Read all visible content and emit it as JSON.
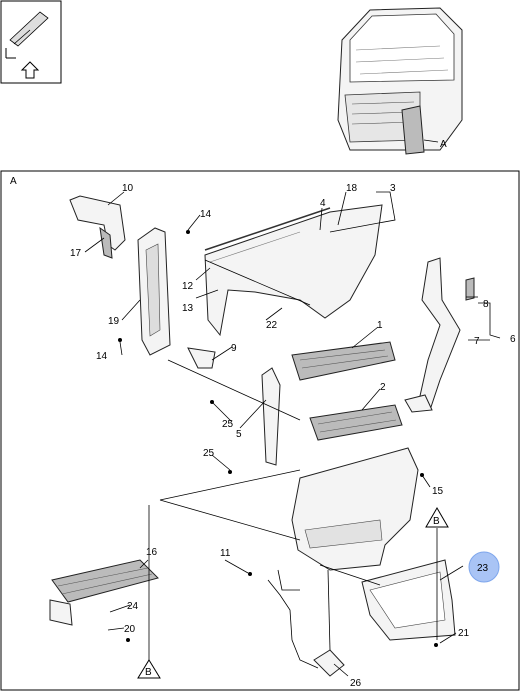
{
  "orientation_box": {
    "icon": "forward-arrow-icon"
  },
  "overview": {
    "callout": "A"
  },
  "detail": {
    "frame_label": "A"
  },
  "callouts": [
    {
      "id": "c1",
      "text": "1"
    },
    {
      "id": "c2",
      "text": "2"
    },
    {
      "id": "c3",
      "text": "3"
    },
    {
      "id": "c4",
      "text": "4"
    },
    {
      "id": "c5",
      "text": "5"
    },
    {
      "id": "c6",
      "text": "6"
    },
    {
      "id": "c7",
      "text": "7"
    },
    {
      "id": "c8",
      "text": "8"
    },
    {
      "id": "c9",
      "text": "9"
    },
    {
      "id": "c10",
      "text": "10"
    },
    {
      "id": "c11",
      "text": "11"
    },
    {
      "id": "c12",
      "text": "12"
    },
    {
      "id": "c13",
      "text": "13"
    },
    {
      "id": "c14a",
      "text": "14"
    },
    {
      "id": "c14b",
      "text": "14"
    },
    {
      "id": "c15",
      "text": "15"
    },
    {
      "id": "c16",
      "text": "16"
    },
    {
      "id": "c17",
      "text": "17"
    },
    {
      "id": "c18",
      "text": "18"
    },
    {
      "id": "c19",
      "text": "19"
    },
    {
      "id": "c20",
      "text": "20"
    },
    {
      "id": "c21",
      "text": "21"
    },
    {
      "id": "c22",
      "text": "22"
    },
    {
      "id": "c23",
      "text": "23"
    },
    {
      "id": "c24",
      "text": "24"
    },
    {
      "id": "c25a",
      "text": "25"
    },
    {
      "id": "c25b",
      "text": "25"
    },
    {
      "id": "c26",
      "text": "26"
    }
  ],
  "markers": {
    "B_top": "B",
    "B_bottom": "B"
  },
  "colors": {
    "highlight": "#a9c4f5",
    "line": "#000000"
  }
}
